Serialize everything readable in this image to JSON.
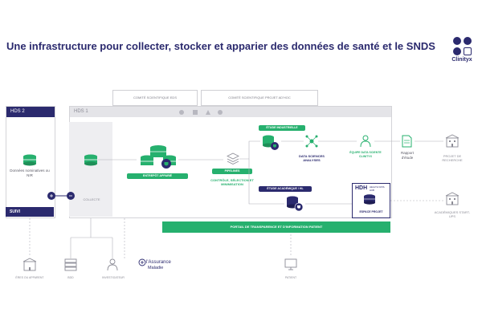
{
  "title": "Une infrastructure pour collecter, stocker et apparier des données de santé et le SNDS",
  "logo": {
    "text": "Clinityx"
  },
  "tabs": {
    "comite_edb": "COMITÉ SCIENTIFIQUE EDS",
    "comite_projet": "COMITÉ SCIENTIFIQUE PROJET AD'HOC"
  },
  "hds2": {
    "header": "HDS 2",
    "label": "Données nominatives ou NIR",
    "footer": "SUIVI"
  },
  "hds1": {
    "header": "HDS 1"
  },
  "collecte": "COLLECTE",
  "entrepot": "ENTREPÔT APPARIÉ",
  "pipelines": {
    "label": "PIPELINES",
    "text": "CONTRÔLE, SÉLECTION ET MINIMISATION"
  },
  "etude_industrielle": "ÉTUDE INDUSTRIELLE",
  "data_sciences": "DATA SCIENCES ANALYSES",
  "etude_academique": "ÉTUDE ACADÉMIQUE / HL",
  "hdh": {
    "logo": "HDH",
    "sub": "HEALTH DATA HUB",
    "label": "ESPACE PROJET"
  },
  "equipe": "ÉQUIPE DATA SCIENTE CLINITYX",
  "rapport": "Rapport d'étude",
  "projet": "PROJET DE RECHERCHE",
  "academiques": "ACADÉMIQUES START-UPS",
  "portail": "PORTAIL DE TRANSPARENCE ET D'INFORMATION PATIENT",
  "bottom": {
    "ehr": "ÉRES OU APPARENT",
    "bdd": "BDD",
    "investigateur": "INVESTIGATEUR",
    "assurance_l": "l'Assurance",
    "assurance_m": "Maladie",
    "patient": "PATIENT"
  },
  "colors": {
    "navy": "#2b2a6e",
    "green": "#26b06e",
    "grey": "#8c8c96"
  },
  "icons": [
    "database-icon",
    "shield-icon",
    "person-icon",
    "document-icon",
    "building-icon",
    "layers-icon",
    "server-icon"
  ]
}
